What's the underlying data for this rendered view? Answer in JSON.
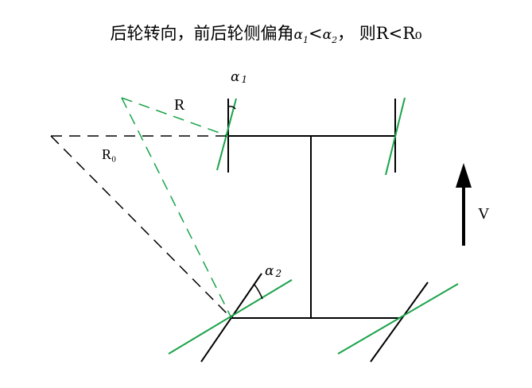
{
  "title": {
    "prefix": "后轮转向，前后轮侧偏角",
    "alpha": "α",
    "sub1": "1",
    "lt": "<",
    "sub2": "2",
    "suffix": "， 则R<R₀"
  },
  "labels": {
    "alpha1_sym": "α",
    "alpha1_sub": "1",
    "R": "R",
    "R0": "R₀",
    "alpha2_sym": "α",
    "alpha2_sub": "2",
    "V": "V"
  },
  "colors": {
    "line": "#000000",
    "green": "#1aa34a"
  }
}
